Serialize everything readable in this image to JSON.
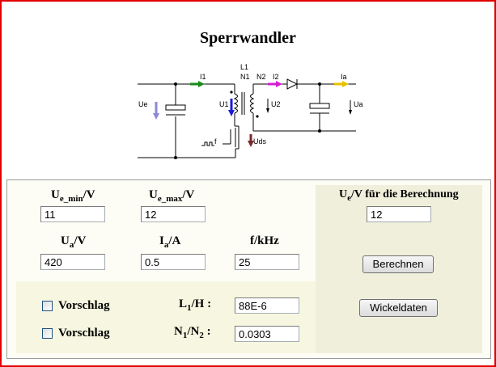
{
  "title": "Sperrwandler",
  "circuit": {
    "labels": {
      "L1": "L1",
      "N1": "N1",
      "N2": "N2",
      "I1": "I1",
      "I2": "I2",
      "Ia": "Ia",
      "Ue": "Ue",
      "U1": "U1",
      "U2": "U2",
      "Ua": "Ua",
      "Uds": "Uds",
      "f": "f"
    },
    "colors": {
      "I1": "#1a8a1a",
      "I2": "#d21fd2",
      "Ia": "#e8c000",
      "Ue": "#8a8ad8",
      "U1": "#1a1ad8",
      "Uds": "#7a2a2a"
    }
  },
  "form": {
    "ue_min": {
      "label_main": "U",
      "label_sub": "e_min",
      "label_unit": "/V",
      "value": "11"
    },
    "ue_max": {
      "label_main": "U",
      "label_sub": "e_max",
      "label_unit": "/V",
      "value": "12"
    },
    "ue_calc": {
      "label_main": "U",
      "label_sub": "e",
      "label_unit": "/V für die Berechnung",
      "value": "12"
    },
    "ua": {
      "label_main": "U",
      "label_sub": "a",
      "label_unit": "/V",
      "value": "420"
    },
    "ia": {
      "label_main": "I",
      "label_sub": "a",
      "label_unit": "/A",
      "value": "0.5"
    },
    "f": {
      "label": "f/kHz",
      "value": "25"
    },
    "l1": {
      "label_main": "L",
      "label_sub": "1",
      "label_unit": "/H :",
      "value": "88E-6"
    },
    "n1n2": {
      "label_main": "N",
      "label_sub": "1",
      "label_mid": "/N",
      "label_sub2": "2",
      "label_unit": " :",
      "value": "0.0303"
    },
    "vorschlag1": {
      "label": "Vorschlag",
      "checked": false
    },
    "vorschlag2": {
      "label": "Vorschlag",
      "checked": false
    }
  },
  "buttons": {
    "berechnen": "Berechnen",
    "wickeldaten": "Wickeldaten"
  }
}
